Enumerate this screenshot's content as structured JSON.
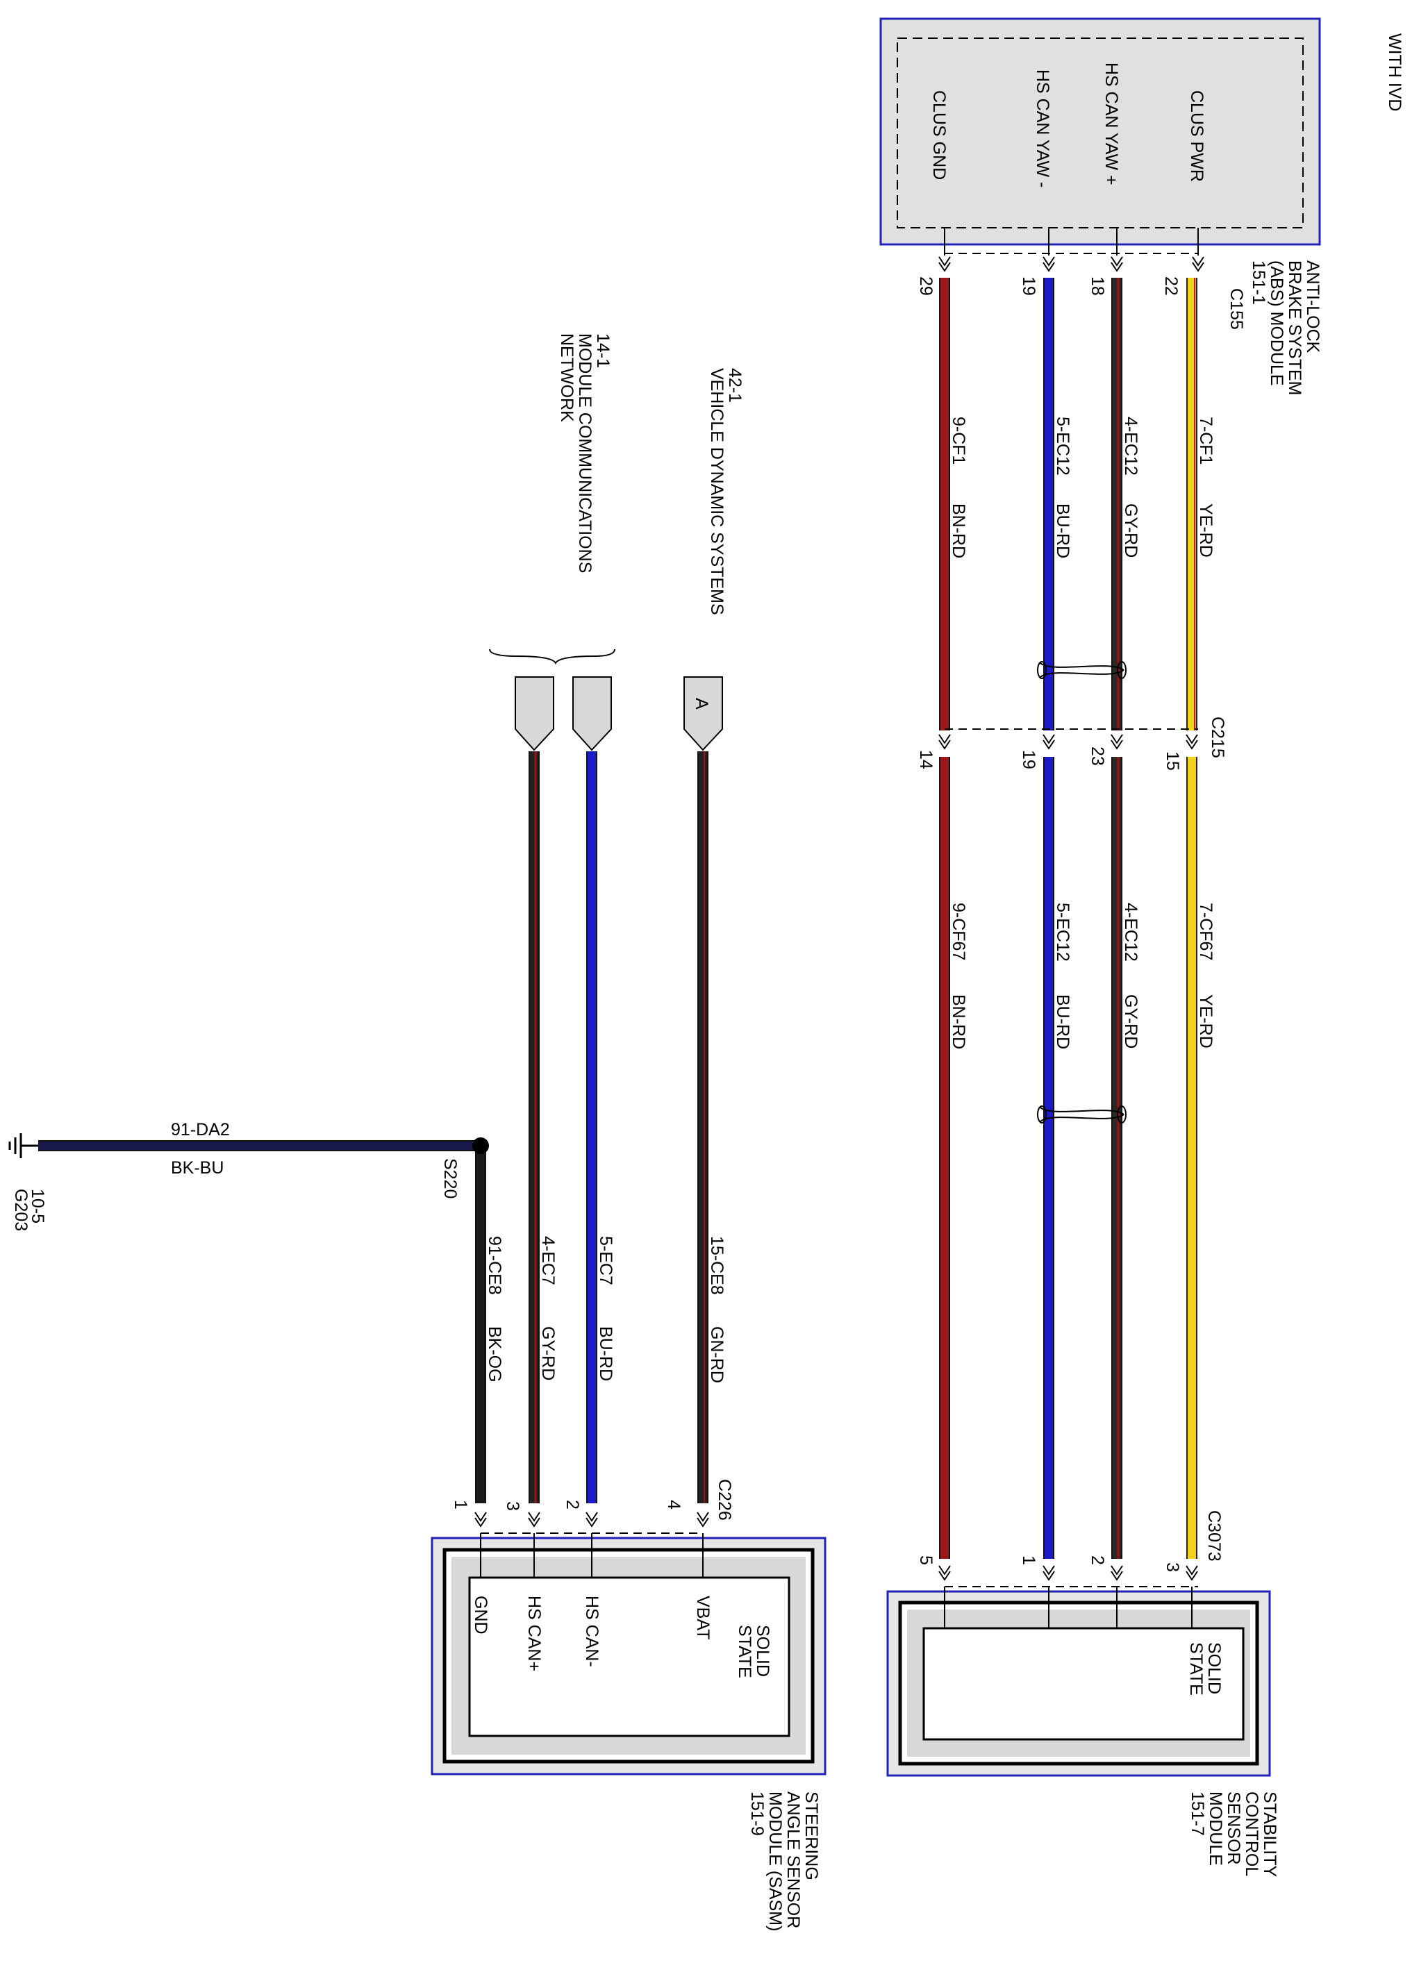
{
  "title": "WITH IVD",
  "abs_module": {
    "name_lines": [
      "ANTI-LOCK",
      "BRAKE SYSTEM",
      "(ABS) MODULE",
      "151-1"
    ],
    "connector": "C155",
    "pins": [
      {
        "label": "CLUS PWR",
        "pin": "22"
      },
      {
        "label": "HS CAN YAW +",
        "pin": "18"
      },
      {
        "label": "HS CAN YAW -",
        "pin": "19"
      },
      {
        "label": "CLUS GND",
        "pin": "29"
      }
    ]
  },
  "inline_connector": {
    "name": "C215",
    "pins": [
      "15",
      "23",
      "19",
      "14"
    ]
  },
  "scsm": {
    "name_lines": [
      "STABILITY",
      "CONTROL",
      "SENSOR",
      "MODULE",
      "151-7"
    ],
    "connector": "C3073",
    "inner_label_lines": [
      "SOLID",
      "STATE"
    ],
    "pins": [
      "3",
      "2",
      "1",
      "5"
    ]
  },
  "wires_upper": [
    {
      "circuit": "7-CF1",
      "color": "YE-RD"
    },
    {
      "circuit": "4-EC12",
      "color": "GY-RD"
    },
    {
      "circuit": "5-EC12",
      "color": "BU-RD"
    },
    {
      "circuit": "9-CF1",
      "color": "BN-RD"
    }
  ],
  "wires_lower": [
    {
      "circuit": "7-CF67",
      "color": "YE-RD"
    },
    {
      "circuit": "4-EC12",
      "color": "GY-RD"
    },
    {
      "circuit": "5-EC12",
      "color": "BU-RD"
    },
    {
      "circuit": "9-CF67",
      "color": "BN-RD"
    }
  ],
  "references": [
    {
      "title_lines": [
        "42-1",
        "VEHICLE DYNAMIC SYSTEMS"
      ],
      "flag": "A"
    },
    {
      "title_lines": [
        "14-1",
        "MODULE COMMUNICATIONS",
        "NETWORK"
      ]
    }
  ],
  "sasm": {
    "name_lines": [
      "STEERING",
      "ANGLE SENSOR",
      "MODULE (SASM)",
      "151-9"
    ],
    "connector": "C226",
    "inner_label_lines": [
      "SOLID",
      "STATE"
    ],
    "pins": [
      {
        "label": "VBAT",
        "pin": "4"
      },
      {
        "label": "HS CAN-",
        "pin": "2"
      },
      {
        "label": "HS CAN+",
        "pin": "3"
      },
      {
        "label": "GND",
        "pin": "1"
      }
    ]
  },
  "wires_sasm": [
    {
      "circuit": "15-CE8",
      "color": "GN-RD"
    },
    {
      "circuit": "5-EC7",
      "color": "BU-RD"
    },
    {
      "circuit": "4-EC7",
      "color": "GY-RD"
    },
    {
      "circuit": "91-CE8",
      "color": "BK-OG"
    }
  ],
  "splice": {
    "name": "S220"
  },
  "ground_wire": {
    "circuit": "91-DA2",
    "color": "BK-BU"
  },
  "ground": {
    "name": "G203",
    "ref": "10-5"
  },
  "wire_colors": {
    "yellow": "#f2d21a",
    "gray": "#2a2a2a",
    "blue": "#1b1bc8",
    "brown": "#9a1a1a",
    "green_red": "#222222",
    "black_orange": "#1a1a1a",
    "black_blue": "#1a1a4a",
    "module_border": "#2222bb"
  }
}
